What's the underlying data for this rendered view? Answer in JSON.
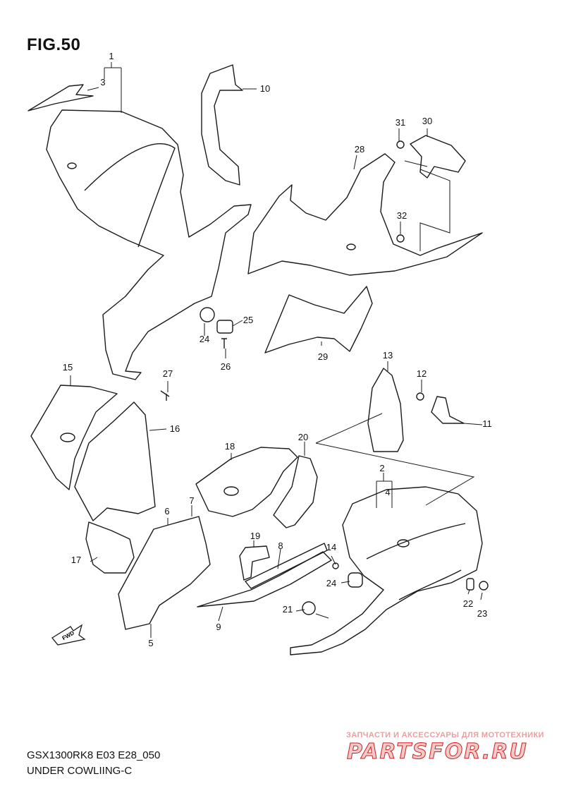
{
  "figure": {
    "title": "FIG.50"
  },
  "footer": {
    "model_code": "GSX1300RK8 E03 E28_050",
    "section_name": "UNDER COWLIING-C"
  },
  "watermark": {
    "tagline": "ЗАПЧАСТИ И АКСЕССУАРЫ ДЛЯ МОТОТЕХНИКИ",
    "logo_text": "PARTSFOR.RU",
    "tagline_color": "#e6a0a0",
    "logo_color": "#f1c9c9"
  },
  "direction_marker": {
    "label": "FWD",
    "icon": "fwd-arrow-icon"
  },
  "callouts": [
    "1",
    "2",
    "3",
    "4",
    "5",
    "6",
    "7",
    "8",
    "9",
    "10",
    "11",
    "12",
    "13",
    "14",
    "15",
    "16",
    "17",
    "18",
    "19",
    "20",
    "21",
    "22",
    "23",
    "24",
    "24",
    "25",
    "26",
    "27",
    "28",
    "29",
    "30",
    "31",
    "32"
  ]
}
